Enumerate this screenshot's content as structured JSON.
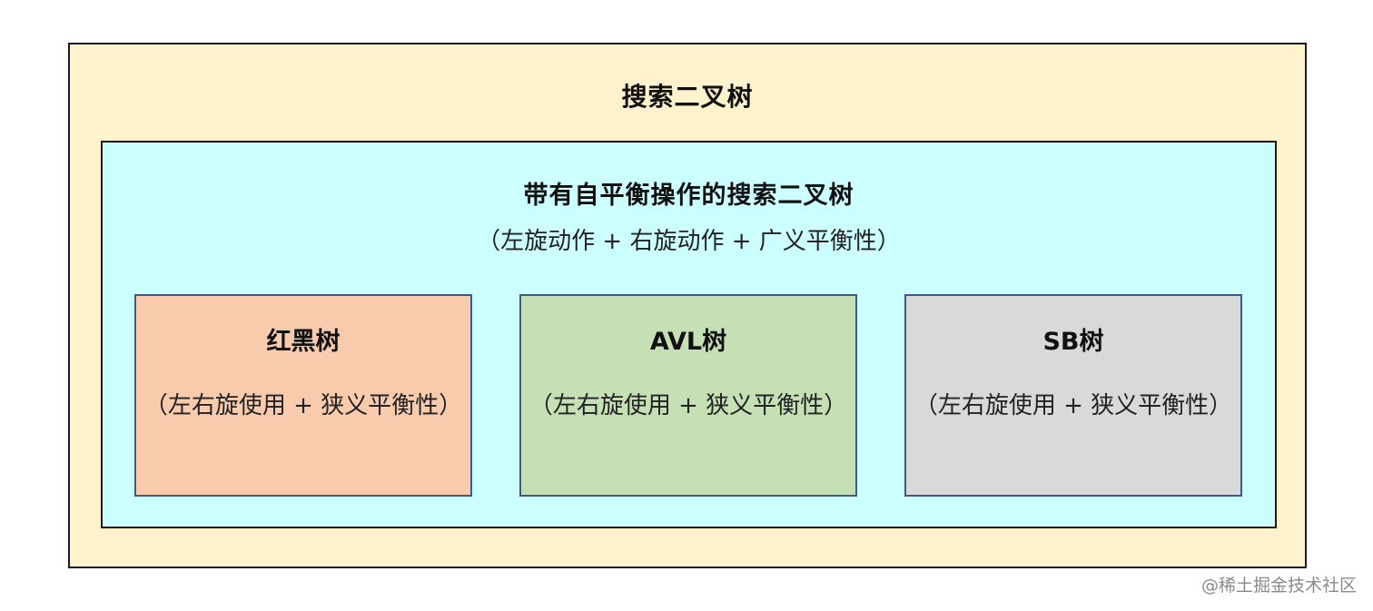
{
  "outer": {
    "title": "搜索二叉树",
    "color": "#fff2cc"
  },
  "inner": {
    "title": "带有自平衡操作的搜索二叉树",
    "subtitle": "（左旋动作 + 右旋动作 + 广义平衡性）",
    "color": "#ccffff"
  },
  "trees": [
    {
      "title": "红黑树",
      "desc": "（左右旋使用 + 狭义平衡性）",
      "color": "#f8cbad"
    },
    {
      "title": "AVL树",
      "desc": "（左右旋使用 + 狭义平衡性）",
      "color": "#c5e0b4"
    },
    {
      "title": "SB树",
      "desc": "（左右旋使用 + 狭义平衡性）",
      "color": "#d9d9d9"
    }
  ],
  "watermark": "@稀土掘金技术社区"
}
